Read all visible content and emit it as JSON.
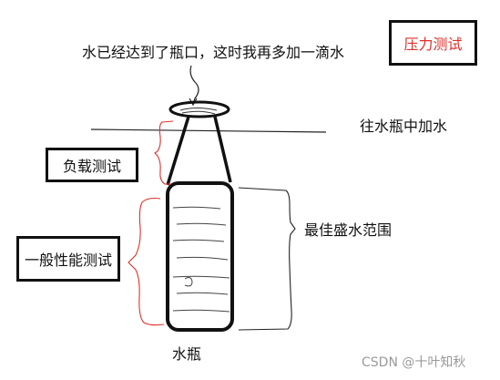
{
  "annotations": {
    "top_note": "水已经达到了瓶口，这时我再多加一滴水",
    "add_water": "往水瓶中加水",
    "best_range": "最佳盛水范围",
    "bottle_label": "水瓶"
  },
  "boxes": {
    "pressure_test": "压力测试",
    "load_test": "负载测试",
    "general_performance_test": "一般性能测试"
  },
  "watermark": "CSDN @十叶知秋",
  "colors": {
    "ink": "#111111",
    "brace_red": "#e0302a",
    "pressure_label": "#e0302a",
    "watermark": "#9a9a9a"
  }
}
